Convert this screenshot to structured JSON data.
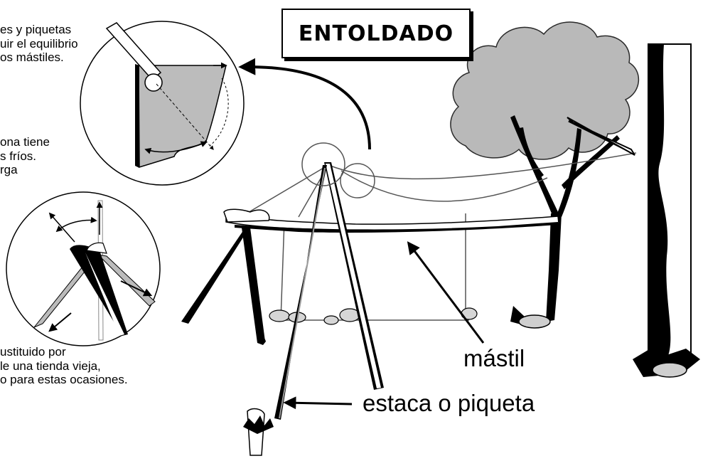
{
  "title": "ENTOLDADO",
  "note_top": {
    "line1": "es y piquetas",
    "line2": "uir el equilibrio",
    "line3": "os mástiles."
  },
  "note_middle": {
    "line1": "ona tiene",
    "line2": "s fríos.",
    "line3": "rga"
  },
  "note_bottom": {
    "line1": "ustituido por",
    "line2": "le una tienda vieja,",
    "line3": "o para estas ocasiones."
  },
  "labels": {
    "mast": "mástil",
    "stake": "estaca o piqueta"
  }
}
